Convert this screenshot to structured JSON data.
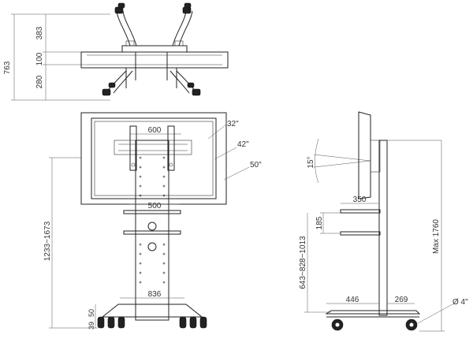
{
  "top_view": {
    "total": "763",
    "segment_upper": "383",
    "segment_middle": "100",
    "segment_lower": "280"
  },
  "front_view": {
    "vesa_width": "600",
    "shelf_width": "500",
    "base_width": "836",
    "height_range": "1233~1673",
    "base_offset_1": "39",
    "base_offset_2": "50",
    "screen_sizes": [
      "32\"",
      "42\"",
      "50\""
    ]
  },
  "side_view": {
    "tilt": "15°",
    "shelf_depth": "350",
    "shelf_spacing": "185",
    "shelf_height_range": "643~828~1013",
    "base_front": "446",
    "base_rear": "269",
    "max_height": "Max 1760",
    "wheel_diameter": "Ø 4\""
  }
}
